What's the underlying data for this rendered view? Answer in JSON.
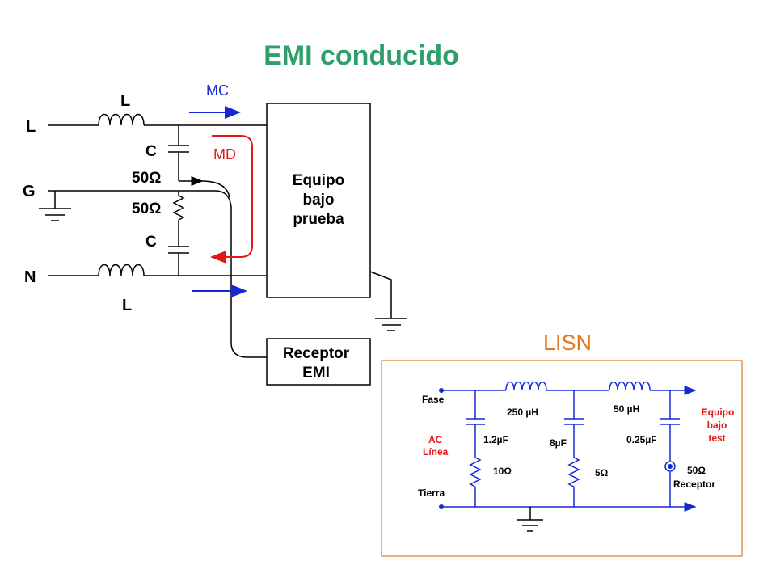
{
  "title": "EMI conducido",
  "colors": {
    "title": "#2e9e6a",
    "lisn_label": "#e07a1f",
    "mc_arrow": "#1428d4",
    "md_arrow": "#e01818",
    "lisn_red": "#e01818",
    "lisn_wire": "#1428d4",
    "lisn_border": "#e07a1f"
  },
  "main_circuit": {
    "line_label": "L",
    "ground_label": "G",
    "neutral_label": "N",
    "inductor_top_label": "L",
    "inductor_bottom_label": "L",
    "cap_top_label": "C",
    "cap_bottom_label": "C",
    "res_top_label": "50Ω",
    "res_bottom_label": "50Ω",
    "mc_label": "MC",
    "md_label": "MD",
    "eut_label": [
      "Equipo",
      "bajo",
      "prueba"
    ],
    "receiver_label": [
      "Receptor",
      "EMI"
    ]
  },
  "lisn": {
    "title": "LISN",
    "fase": "Fase",
    "tierra": "Tierra",
    "ac_line": [
      "AC",
      "Línea"
    ],
    "l1": "250 µH",
    "l2": "50 µH",
    "c1": "1.2µF",
    "c2": "8µF",
    "c3": "0.25µF",
    "r1": "10Ω",
    "r2": "5Ω",
    "r3": "50Ω",
    "receptor": "Receptor",
    "eut": [
      "Equipo",
      "bajo",
      "test"
    ]
  }
}
